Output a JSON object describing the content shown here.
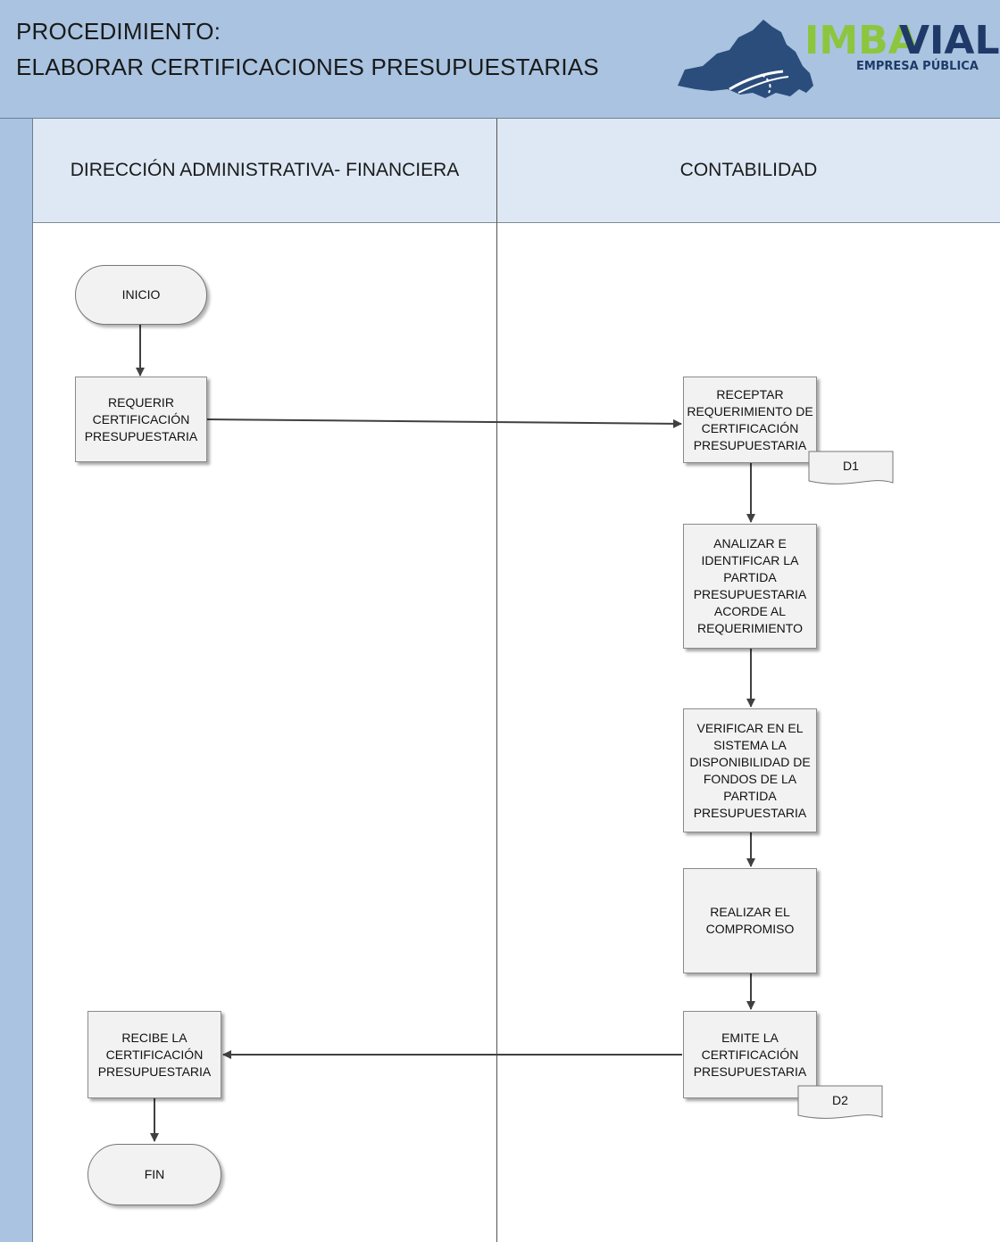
{
  "header": {
    "title_line1": "PROCEDIMIENTO:",
    "title_line2": "ELABORAR CERTIFICACIONES PRESUPUESTARIAS",
    "logo": {
      "brand_part1": "IMBA",
      "brand_part2": "VIAL",
      "subtitle": "EMPRESA PÚBLICA",
      "brand_color": "#8cc63f",
      "accent_color": "#1f3a68"
    }
  },
  "lanes": [
    {
      "label": "DIRECCIÓN ADMINISTRATIVA- FINANCIERA"
    },
    {
      "label": "CONTABILIDAD"
    }
  ],
  "nodes": {
    "inicio": "INICIO",
    "requerir": [
      "REQUERIR",
      "CERTIFICACIÓN",
      "PRESUPUESTARIA"
    ],
    "receptar": [
      "RECEPTAR",
      "REQUERIMIENTO DE",
      "CERTIFICACIÓN",
      "PRESUPUESTARIA"
    ],
    "analizar": [
      "ANALIZAR E",
      "IDENTIFICAR LA",
      "PARTIDA",
      "PRESUPUESTARIA",
      "ACORDE AL",
      "REQUERIMIENTO"
    ],
    "verificar": [
      "VERIFICAR EN EL",
      "SISTEMA LA",
      "DISPONIBILIDAD DE",
      "FONDOS DE LA",
      "PARTIDA",
      "PRESUPUESTARIA"
    ],
    "realizar": [
      "REALIZAR EL",
      "COMPROMISO"
    ],
    "emite": [
      "EMITE LA",
      "CERTIFICACIÓN",
      "PRESUPUESTARIA"
    ],
    "recibe": [
      "RECIBE LA",
      "CERTIFICACIÓN",
      "PRESUPUESTARIA"
    ],
    "fin": "FIN"
  },
  "documents": {
    "d1": "D1",
    "d2": "D2"
  },
  "colors": {
    "header_bg": "#a9c3e0",
    "lane_header_bg": "#dde8f4",
    "shape_fill": "#f2f2f2",
    "connector": "#404040"
  }
}
